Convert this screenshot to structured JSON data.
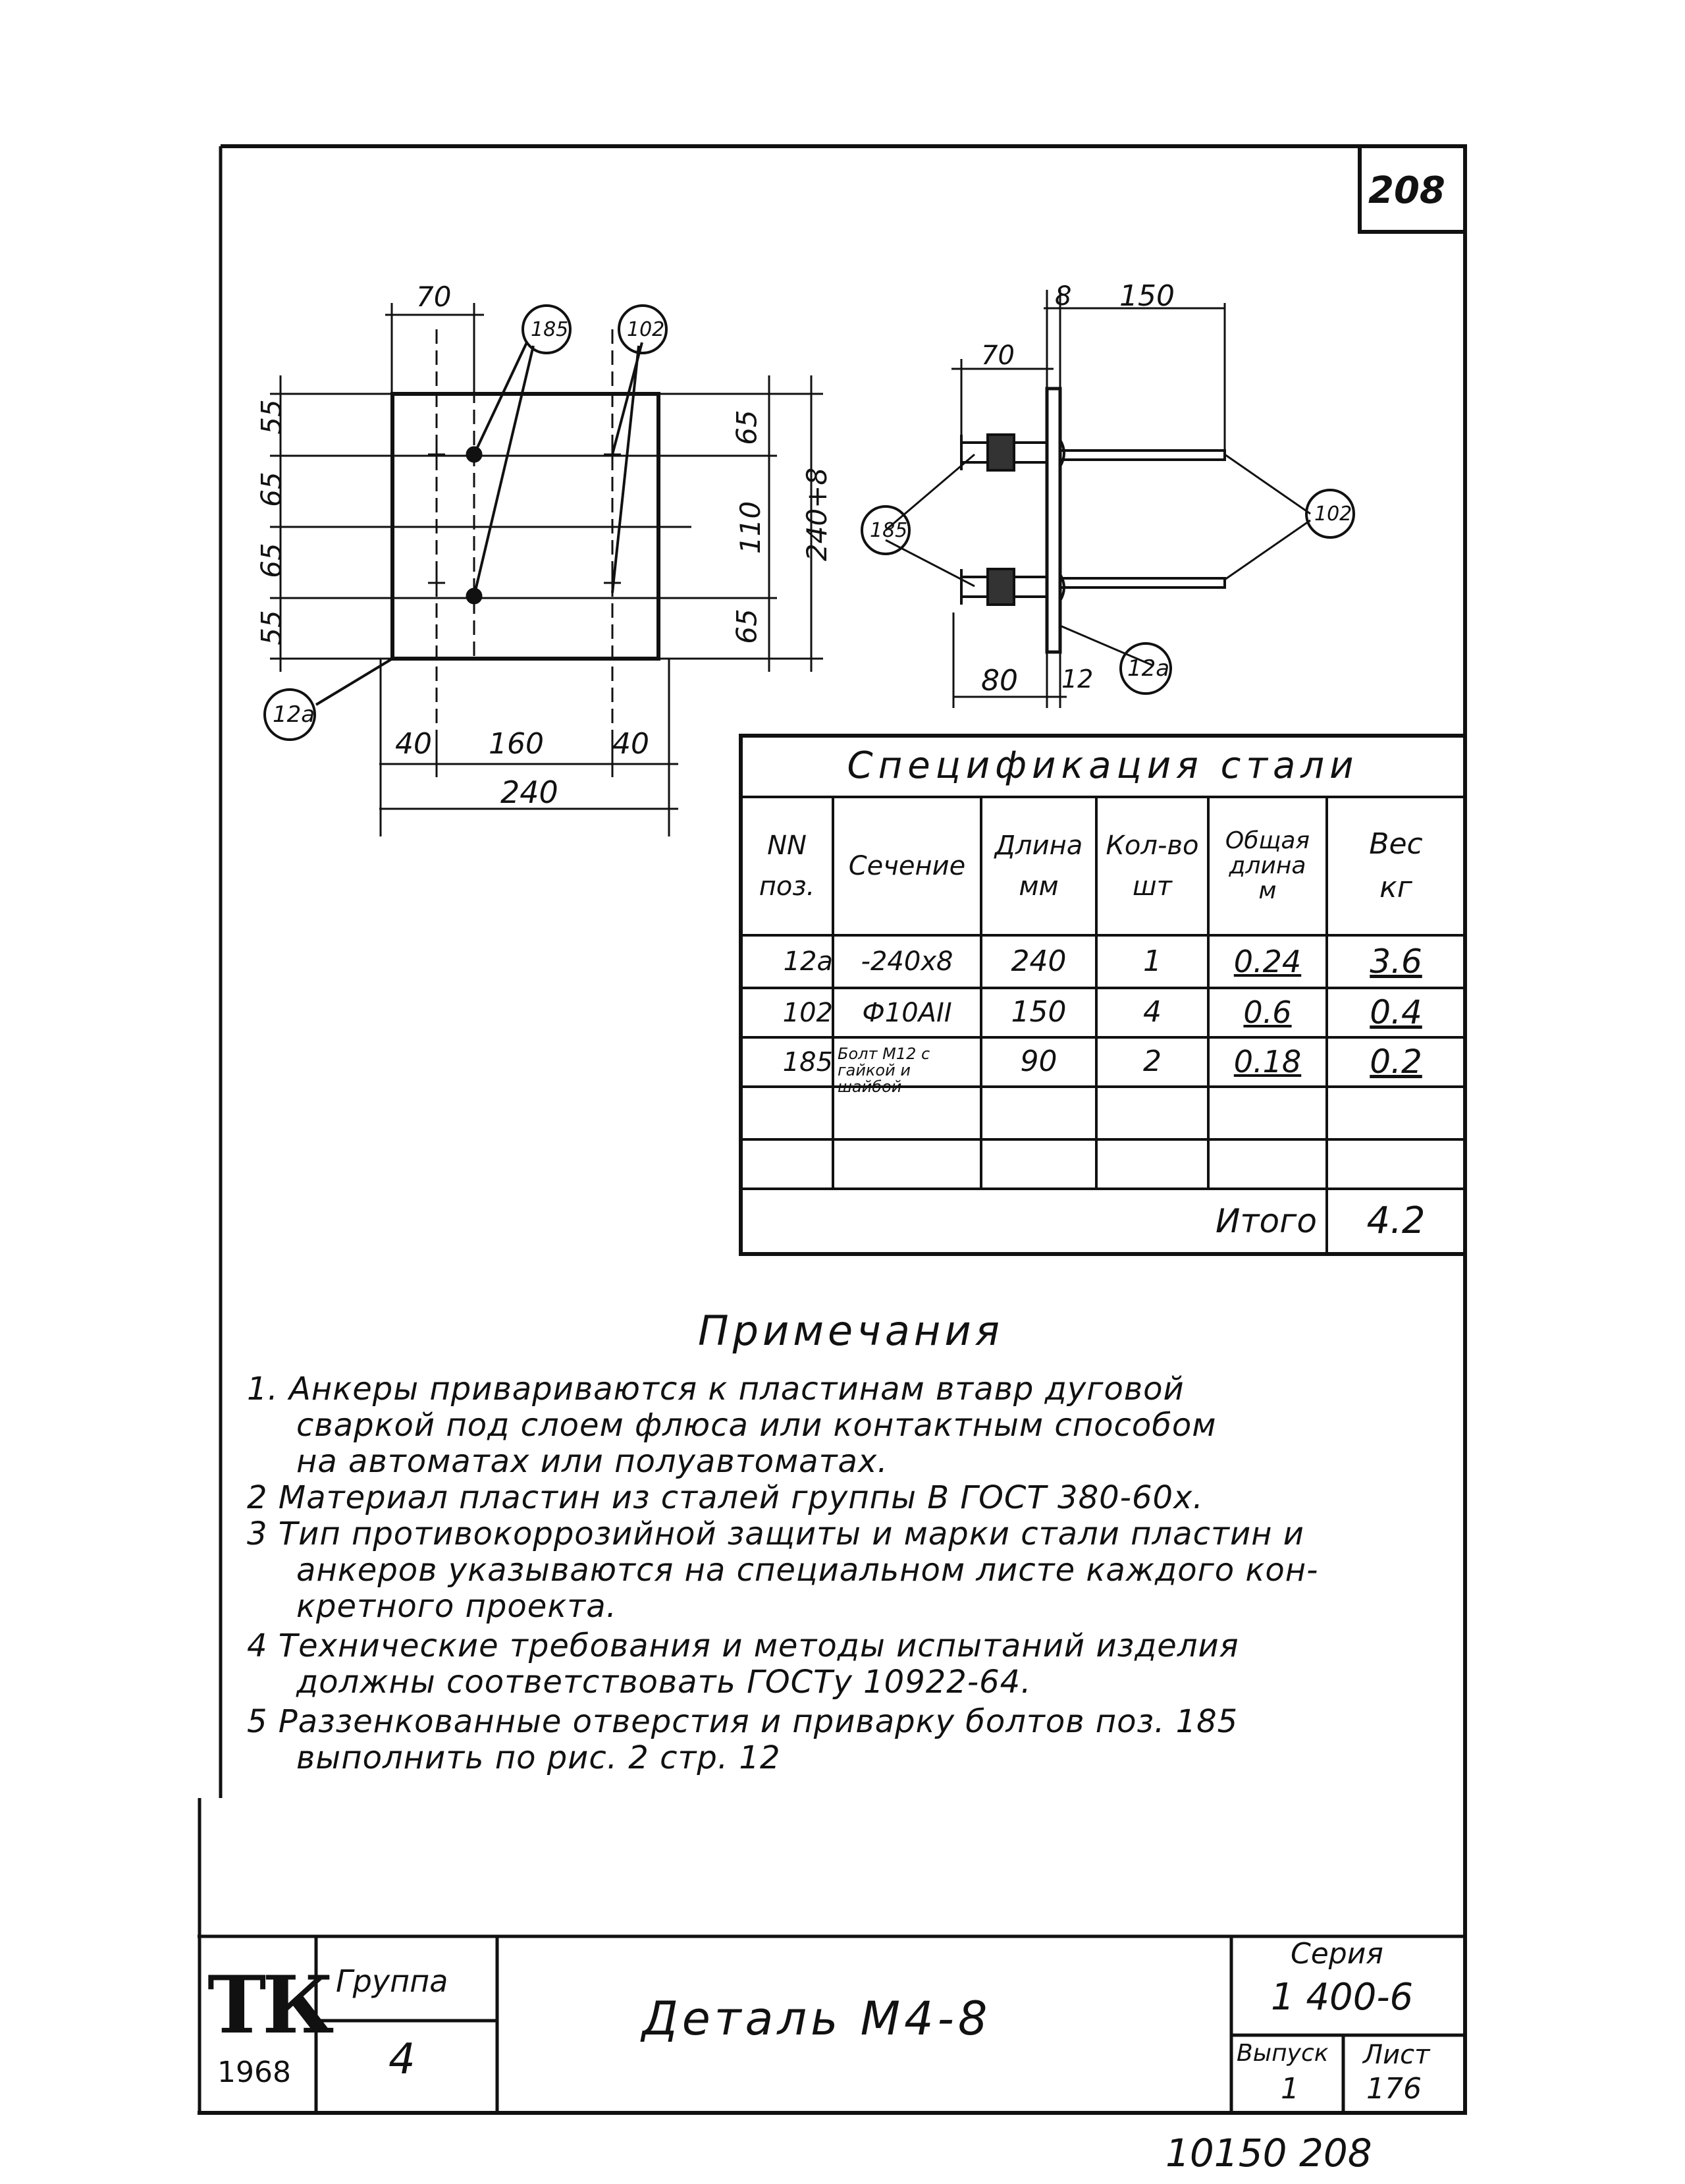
{
  "sheet_number": "208",
  "plan_view": {
    "dims_top": [
      "70"
    ],
    "dims_left": [
      "55",
      "65",
      "65",
      "55"
    ],
    "dims_right": [
      "65",
      "110",
      "65"
    ],
    "dim_right_total": "240+8",
    "dims_bottom": [
      "40",
      "160",
      "40"
    ],
    "dim_bottom_total": "240",
    "callouts": [
      "185",
      "102",
      "12a"
    ]
  },
  "side_view": {
    "dims_top": [
      "8",
      "150"
    ],
    "dim_top_left": "70",
    "dims_bottom": [
      "80",
      "12"
    ],
    "callouts": [
      "185",
      "102",
      "12a"
    ]
  },
  "specification": {
    "title": "Спецификация стали",
    "headers": {
      "pos_line1": "NN",
      "pos_line2": "поз.",
      "section": "Сечение",
      "length_line1": "Длина",
      "length_line2": "мм",
      "qty_line1": "Кол-во",
      "qty_line2": "шт",
      "total_line1": "Общая",
      "total_line2": "длина",
      "total_line3": "м",
      "weight_line1": "Вес",
      "weight_line2": "кг"
    },
    "rows": [
      {
        "pos": "12а",
        "section": "-240х8",
        "length": "240",
        "qty": "1",
        "total": "0.24",
        "weight": "3.6"
      },
      {
        "pos": "102",
        "section": "Ф10АII",
        "length": "150",
        "qty": "4",
        "total": "0.6",
        "weight": "0.4"
      },
      {
        "pos": "185",
        "section": "Болт М12 с гайкой и шайбой",
        "length": "90",
        "qty": "2",
        "total": "0.18",
        "weight": "0.2"
      }
    ],
    "total_label": "Итого",
    "total_value": "4.2"
  },
  "notes": {
    "title": "Примечания",
    "lines": [
      "1. Анкеры приваривают­ся к пластинам втавр дуговой",
      "сваркой под слоем флюса или контактным способом",
      "на автоматах или полуавтоматах.",
      "2 Материал пластин из сталей группы В ГОСТ 380-60х.",
      "3 Тип противокоррозийной защиты и марки стали пластин и",
      "анкеров указываются на специальном листе каждого кон-",
      "кретного проекта.",
      "4 Технические требования и методы испытаний изделия",
      "должны соответствовать ГОСТу 10922-64.",
      "5 Раззенкованные отверстия и приварку болтов поз. 185",
      "выполнить по рис. 2 стр. 12"
    ]
  },
  "title_block": {
    "logo": "ТК",
    "year": "1968",
    "group_label": "Группа",
    "group_value": "4",
    "title": "Деталь М4-8",
    "series_label": "Серия",
    "series_value": "1 400-6",
    "issue_label": "Выпуск",
    "issue_value": "1",
    "sheet_label": "Лист",
    "sheet_value": "176"
  },
  "footer_code": "10150 208"
}
